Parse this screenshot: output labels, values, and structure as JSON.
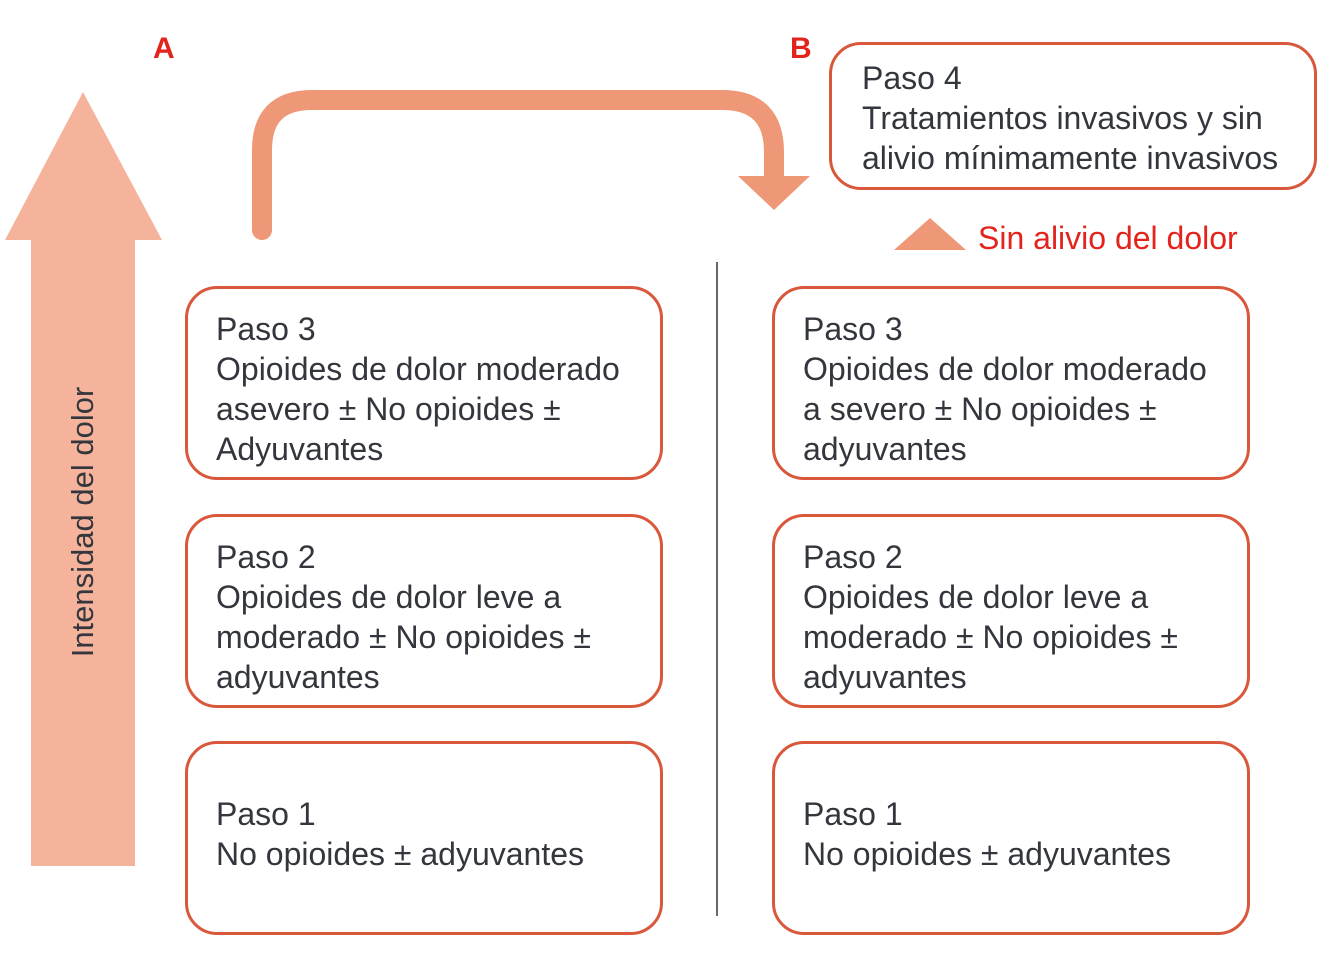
{
  "colors": {
    "accent": "#d9573a",
    "label_red": "#e2241c",
    "arrow_light": "#f4b39a",
    "arrow_curve": "#ef9878",
    "text_dark": "#33363d",
    "divider": "#33363d"
  },
  "panel_a": {
    "label": "A",
    "axis_label": "Intensidad del dolor",
    "steps": [
      {
        "title": "Paso 3",
        "lines": [
          "Opioides de dolor moderado",
          "asevero ± No opioides ±",
          "Adyuvantes"
        ]
      },
      {
        "title": "Paso 2",
        "lines": [
          "Opioides de dolor leve a",
          "moderado ± No opioides ±",
          "adyuvantes"
        ]
      },
      {
        "title": "Paso 1",
        "lines": [
          "No opioides ± adyuvantes"
        ]
      }
    ]
  },
  "panel_b": {
    "label": "B",
    "step4": {
      "title": "Paso 4",
      "lines": [
        "Tratamientos invasivos y sin",
        "alivio mínimamente invasivos"
      ]
    },
    "no_relief_label": "Sin alivio del dolor",
    "steps": [
      {
        "title": "Paso 3",
        "lines": [
          "Opioides de dolor moderado",
          "a severo ± No opioides ±",
          "adyuvantes"
        ]
      },
      {
        "title": "Paso 2",
        "lines": [
          "Opioides de dolor leve a",
          "moderado ± No opioides ±",
          "adyuvantes"
        ]
      },
      {
        "title": "Paso 1",
        "lines": [
          "No opioides ± adyuvantes"
        ]
      }
    ]
  }
}
